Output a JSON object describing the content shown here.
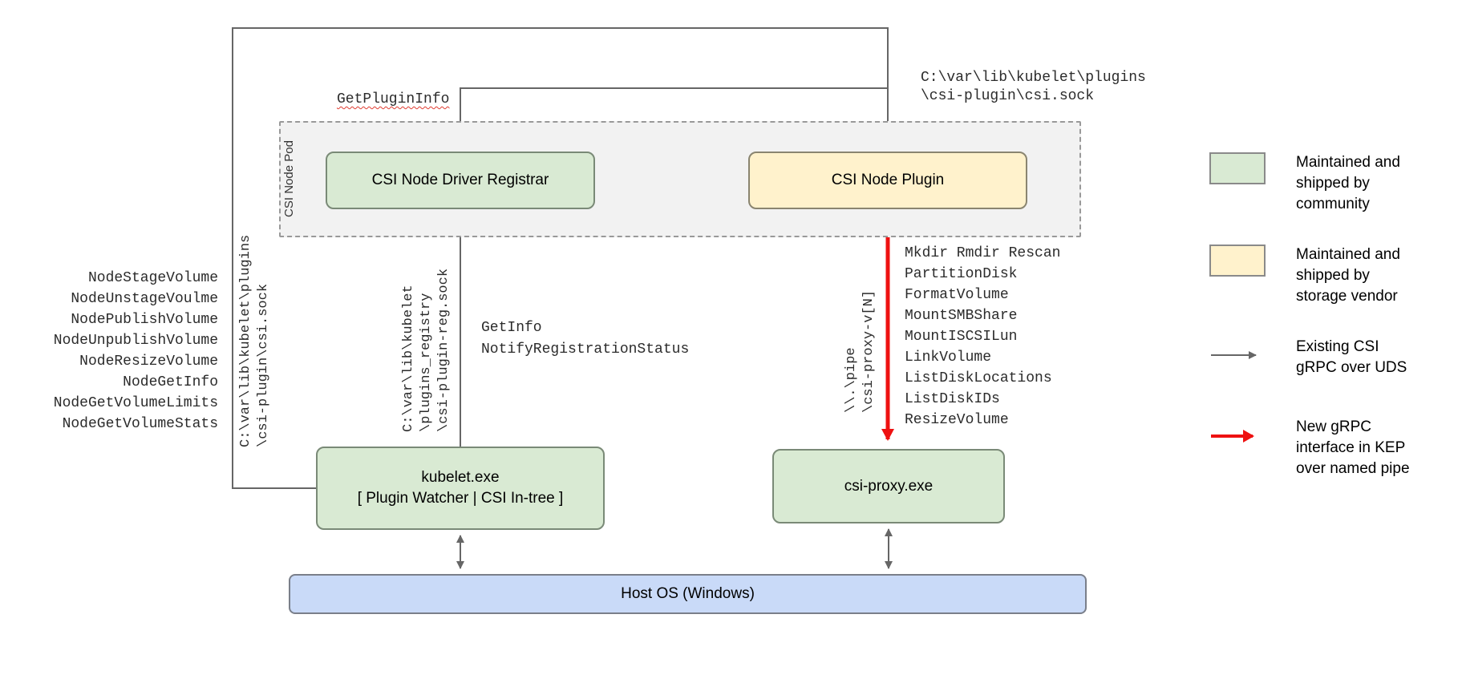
{
  "pod_label": "CSI Node Pod",
  "nodes": {
    "registrar": "CSI Node Driver Registrar",
    "plugin": "CSI Node Plugin",
    "kubelet": [
      "kubelet.exe",
      "[ Plugin Watcher | CSI In-tree ]"
    ],
    "proxy": "csi-proxy.exe",
    "host": "Host OS (Windows)"
  },
  "annotations": {
    "get_plugin_info": "GetPluginInfo",
    "csi_sock_path_top": [
      "C:\\var\\lib\\kubelet\\plugins",
      "\\csi-plugin\\csi.sock"
    ],
    "csi_sock_path_left": [
      "C:\\var\\lib\\kubelet\\plugins",
      "\\csi-plugin\\csi.sock"
    ],
    "registration_sock_path": [
      "C:\\var\\lib\\kubelet",
      "\\plugins_registry",
      "\\csi-plugin-reg.sock"
    ],
    "registration_calls": [
      "GetInfo",
      "NotifyRegistrationStatus"
    ],
    "named_pipe_path": [
      "\\\\.\\pipe",
      "\\csi-proxy-v[N]"
    ],
    "node_rpc_list": [
      "NodeStageVolume",
      "NodeUnstageVoulme",
      "NodePublishVolume",
      "NodeUnpublishVolume",
      "NodeResizeVolume",
      "NodeGetInfo",
      "NodeGetVolumeLimits",
      "NodeGetVolumeStats"
    ],
    "proxy_api_list": [
      "Mkdir Rmdir Rescan",
      "PartitionDisk",
      "FormatVolume",
      "MountSMBShare",
      "MountISCSILun",
      "LinkVolume",
      "ListDiskLocations",
      "ListDiskIDs",
      "ResizeVolume"
    ]
  },
  "legend": {
    "items": [
      {
        "swatch": "community-box",
        "text": "Maintained and shipped by community"
      },
      {
        "swatch": "vendor-box",
        "text": "Maintained and shipped by storage vendor"
      },
      {
        "swatch": "existing-grpc-arrow",
        "text": "Existing CSI gRPC over UDS"
      },
      {
        "swatch": "new-grpc-arrow",
        "text": "New gRPC interface in KEP over named pipe"
      }
    ]
  },
  "colors": {
    "community_green": "#d9ead3",
    "vendor_yellow": "#fff2cc",
    "host_blue": "#c9daf8",
    "pod_gray": "#f2f2f2",
    "line_gray": "#666666",
    "new_interface_red": "#ee1111"
  }
}
